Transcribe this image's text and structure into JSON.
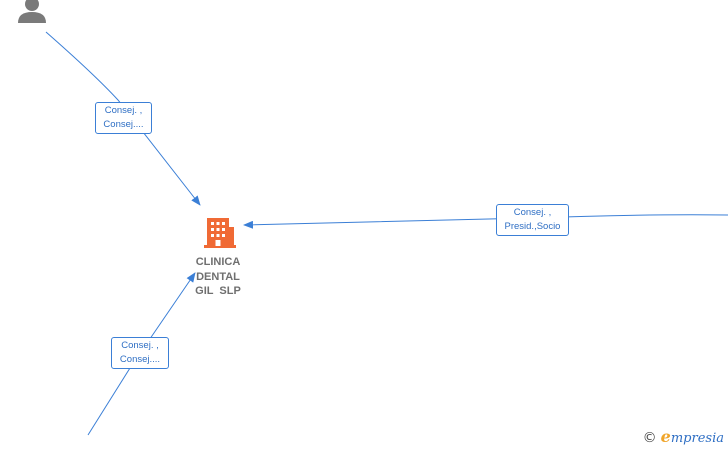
{
  "nodes": {
    "company": {
      "label": "CLINICA\nDENTAL\nGIL  SLP",
      "icon": "building-icon",
      "color": "#f06a35"
    },
    "person": {
      "icon": "person-icon",
      "color": "#7a7a7a"
    }
  },
  "edges": [
    {
      "id": "top",
      "line1": "Consej. ,",
      "line2": "Consej...."
    },
    {
      "id": "right",
      "line1": "Consej. ,",
      "line2": "Presid.,Socio"
    },
    {
      "id": "bottom",
      "line1": "Consej. ,",
      "line2": "Consej...."
    }
  ],
  "brand": {
    "copyright": "©",
    "initial": "e",
    "name": "mpresia"
  },
  "colors": {
    "edge": "#3b7fd6",
    "label_text": "#2f6fc4",
    "node_label": "#6f6f6f"
  }
}
